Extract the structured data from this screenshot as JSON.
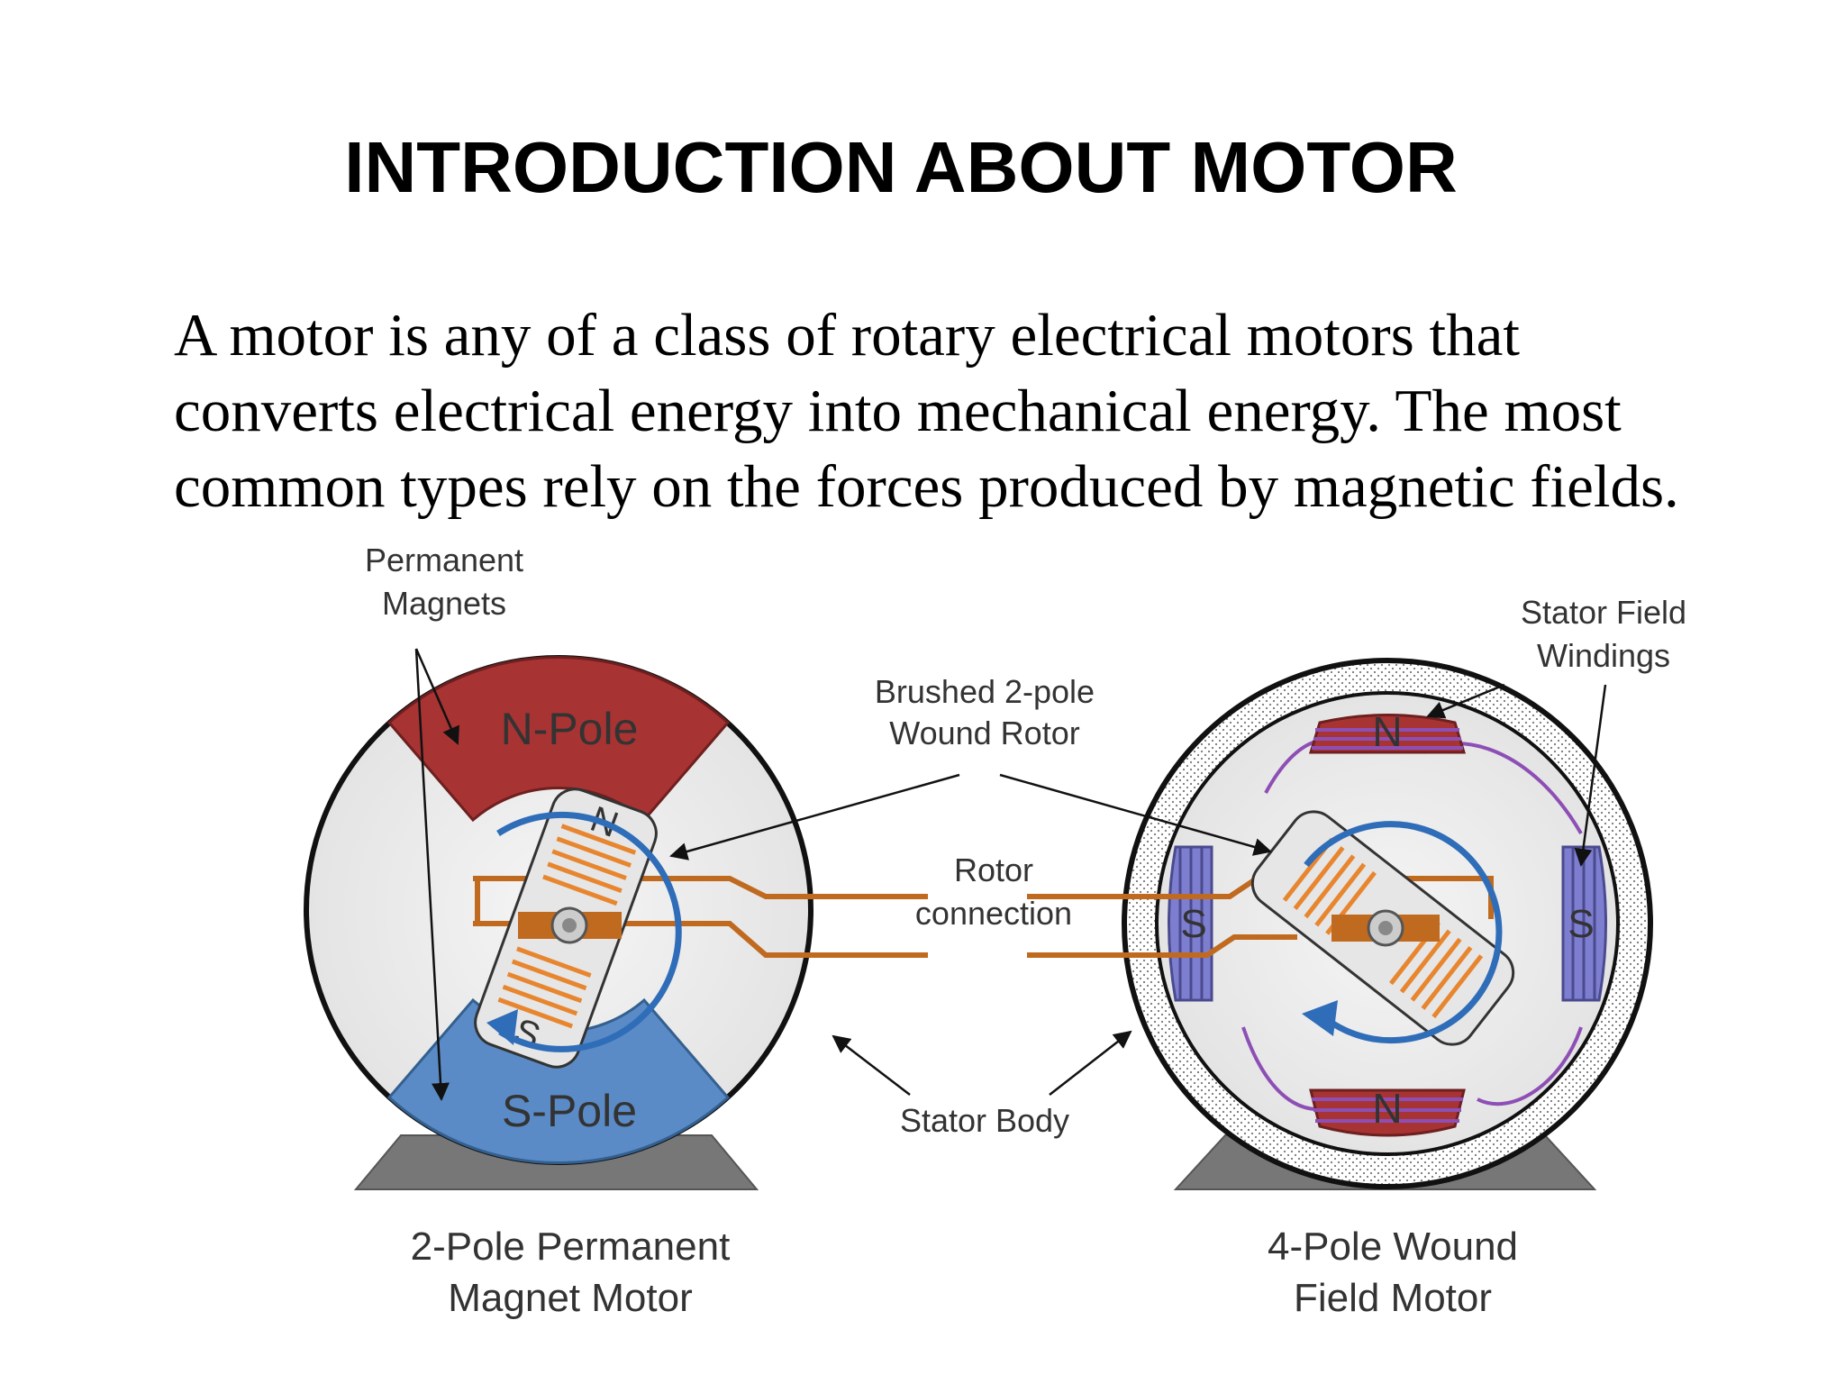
{
  "slide": {
    "title": "INTRODUCTION ABOUT MOTOR",
    "paragraph_lines": [
      "A motor is any of a class of rotary electrical motors that",
      "converts electrical energy into mechanical energy. The most",
      "common types rely on the forces produced by magnetic fields."
    ]
  },
  "diagram": {
    "labels": {
      "permanent_magnets_1": "Permanent",
      "permanent_magnets_2": "Magnets",
      "brushed_rotor_1": "Brushed 2-pole",
      "brushed_rotor_2": "Wound Rotor",
      "rotor_connection_1": "Rotor",
      "rotor_connection_2": "connection",
      "stator_body": "Stator Body",
      "stator_windings_1": "Stator Field",
      "stator_windings_2": "Windings",
      "n_pole": "N-Pole",
      "s_pole": "S-Pole",
      "rotor_n": "N",
      "rotor_s": "S",
      "right_top_pole": "N",
      "right_bottom_pole": "N",
      "right_left_pole": "S",
      "right_right_pole": "S",
      "left_caption_1": "2-Pole Permanent",
      "left_caption_2": "Magnet Motor",
      "right_caption_1": "4-Pole Wound",
      "right_caption_2": "Field Motor"
    },
    "colors": {
      "n_pole": "#a83333",
      "s_pole": "#5a8bc6",
      "winding": "#e8862f",
      "rotor_arrow": "#2f6db8",
      "field_pole": "#7e7ed0",
      "wire": "#8d4fb5",
      "base": "#7a7a7a"
    }
  }
}
